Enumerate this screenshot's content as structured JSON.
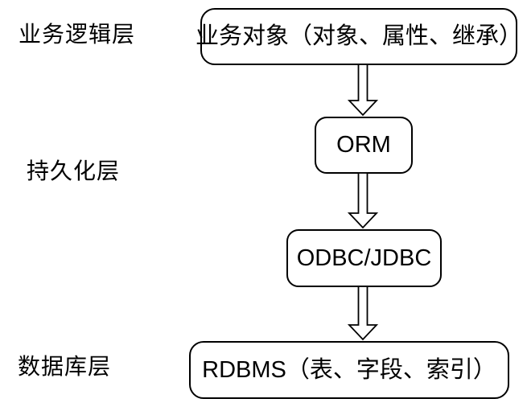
{
  "diagram": {
    "layers": [
      {
        "id": "business-logic-layer",
        "label": "业务逻辑层"
      },
      {
        "id": "persistence-layer",
        "label": "持久化层"
      },
      {
        "id": "database-layer",
        "label": "数据库层"
      }
    ],
    "nodes": [
      {
        "id": "business-objects",
        "label": "业务对象（对象、属性、继承）"
      },
      {
        "id": "orm",
        "label": "ORM"
      },
      {
        "id": "odbc-jdbc",
        "label": "ODBC/JDBC"
      },
      {
        "id": "rdbms",
        "label": "RDBMS（表、字段、索引）"
      }
    ],
    "connections": [
      {
        "from": "business-objects",
        "to": "orm",
        "type": "arrow-down"
      },
      {
        "from": "orm",
        "to": "odbc-jdbc",
        "type": "arrow-down"
      },
      {
        "from": "odbc-jdbc",
        "to": "rdbms",
        "type": "arrow-down"
      }
    ],
    "colors": {
      "background": "#ffffff",
      "stroke": "#000000",
      "text": "#000000",
      "node_fill": "#ffffff"
    }
  }
}
